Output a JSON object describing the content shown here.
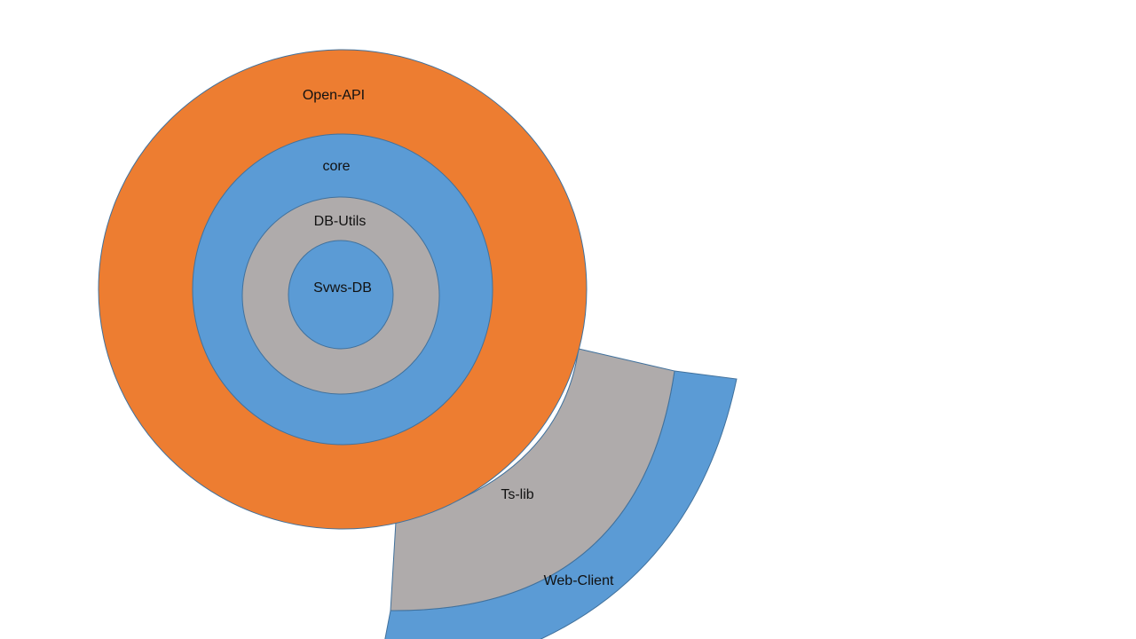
{
  "colors": {
    "orange": "#ed7d31",
    "blue": "#5b9bd5",
    "gray": "#afabab",
    "outline": "#41719c"
  },
  "layers": [
    {
      "id": "open_api",
      "label": "Open-API",
      "color": "#ed7d31"
    },
    {
      "id": "core",
      "label": "core",
      "color": "#5b9bd5"
    },
    {
      "id": "db_utils",
      "label": "DB-Utils",
      "color": "#afabab"
    },
    {
      "id": "svws_db",
      "label": "Svws-DB",
      "color": "#5b9bd5"
    }
  ],
  "arcs": [
    {
      "id": "ts_lib",
      "label": "Ts-lib",
      "color": "#afabab"
    },
    {
      "id": "web_client",
      "label": "Web-Client",
      "color": "#5b9bd5"
    }
  ]
}
